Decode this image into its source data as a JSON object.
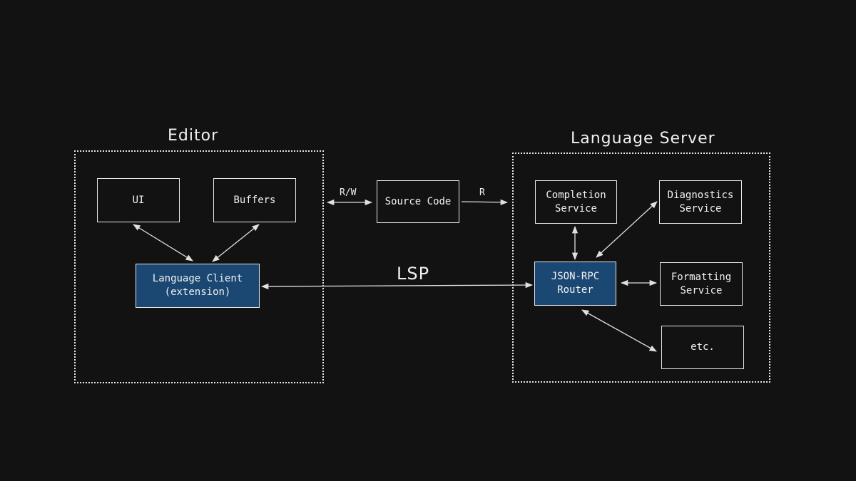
{
  "colors": {
    "background": "#121212",
    "stroke": "#e8e8e8",
    "primary_fill": "#1b4873",
    "text": "#f0f0f0"
  },
  "groups": {
    "editor": {
      "title": "Editor"
    },
    "server": {
      "title": "Language Server"
    }
  },
  "nodes": {
    "ui": {
      "label": "UI"
    },
    "buffers": {
      "label": "Buffers"
    },
    "client": {
      "label": "Language Client\n(extension)"
    },
    "source": {
      "label": "Source Code"
    },
    "completion": {
      "label": "Completion\nService"
    },
    "diagnostics": {
      "label": "Diagnostics\nService"
    },
    "router": {
      "label": "JSON-RPC\nRouter"
    },
    "formatting": {
      "label": "Formatting\nService"
    },
    "etc": {
      "label": "etc."
    }
  },
  "edges": [
    {
      "from": "ui",
      "to": "client",
      "bidirectional": true
    },
    {
      "from": "buffers",
      "to": "client",
      "bidirectional": true
    },
    {
      "from": "editor",
      "to": "source",
      "bidirectional": true,
      "label": "R/W"
    },
    {
      "from": "source",
      "to": "server",
      "bidirectional": false,
      "label": "R"
    },
    {
      "from": "client",
      "to": "router",
      "bidirectional": true,
      "label": "LSP"
    },
    {
      "from": "completion",
      "to": "router",
      "bidirectional": true
    },
    {
      "from": "diagnostics",
      "to": "router",
      "bidirectional": true
    },
    {
      "from": "router",
      "to": "formatting",
      "bidirectional": true
    },
    {
      "from": "router",
      "to": "etc",
      "bidirectional": true
    }
  ]
}
